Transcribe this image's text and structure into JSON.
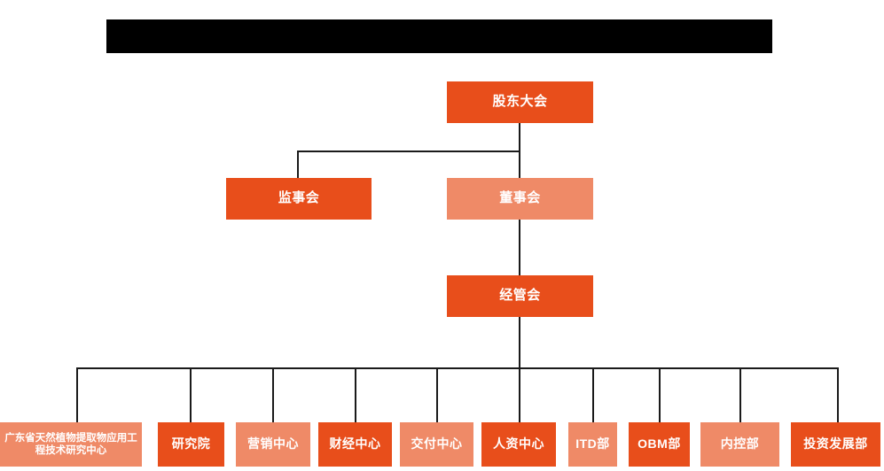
{
  "chart": {
    "type": "org-chart",
    "title_bar": {
      "name": "redacted-title-bar",
      "text": "",
      "color": "#000000"
    },
    "palette": {
      "dark_orange": "#E84E1B",
      "light_orange": "#EF8A67",
      "line": "#1a1a1a",
      "background": "#ffffff",
      "label_text": "#ffffff"
    },
    "levels": [
      {
        "level": 1,
        "nodes": [
          {
            "id": "shareholders",
            "label": "股东大会",
            "fill": "dark"
          }
        ]
      },
      {
        "level": 2,
        "nodes": [
          {
            "id": "supervisory",
            "label": "监事会",
            "fill": "dark"
          },
          {
            "id": "board",
            "label": "董事会",
            "fill": "light"
          }
        ]
      },
      {
        "level": 3,
        "nodes": [
          {
            "id": "management",
            "label": "经管会",
            "fill": "dark"
          }
        ]
      },
      {
        "level": 4,
        "nodes": [
          {
            "id": "rnd-center",
            "label": "广东省天然植物提取物应用工程技术研究中心",
            "fill": "light"
          },
          {
            "id": "institute",
            "label": "研究院",
            "fill": "dark"
          },
          {
            "id": "marketing",
            "label": "营销中心",
            "fill": "light"
          },
          {
            "id": "finance",
            "label": "财经中心",
            "fill": "dark"
          },
          {
            "id": "delivery",
            "label": "交付中心",
            "fill": "light"
          },
          {
            "id": "hr",
            "label": "人资中心",
            "fill": "dark"
          },
          {
            "id": "itd",
            "label": "ITD部",
            "fill": "light"
          },
          {
            "id": "obm",
            "label": "OBM部",
            "fill": "dark"
          },
          {
            "id": "internal-control",
            "label": "内控部",
            "fill": "light"
          },
          {
            "id": "investment",
            "label": "投资发展部",
            "fill": "dark"
          }
        ]
      }
    ],
    "edges": [
      {
        "from": "shareholders",
        "to": "supervisory"
      },
      {
        "from": "shareholders",
        "to": "board"
      },
      {
        "from": "board",
        "to": "management"
      },
      {
        "from": "management",
        "to": "rnd-center"
      },
      {
        "from": "management",
        "to": "institute"
      },
      {
        "from": "management",
        "to": "marketing"
      },
      {
        "from": "management",
        "to": "finance"
      },
      {
        "from": "management",
        "to": "delivery"
      },
      {
        "from": "management",
        "to": "hr"
      },
      {
        "from": "management",
        "to": "itd"
      },
      {
        "from": "management",
        "to": "obm"
      },
      {
        "from": "management",
        "to": "internal-control"
      },
      {
        "from": "management",
        "to": "investment"
      }
    ]
  }
}
